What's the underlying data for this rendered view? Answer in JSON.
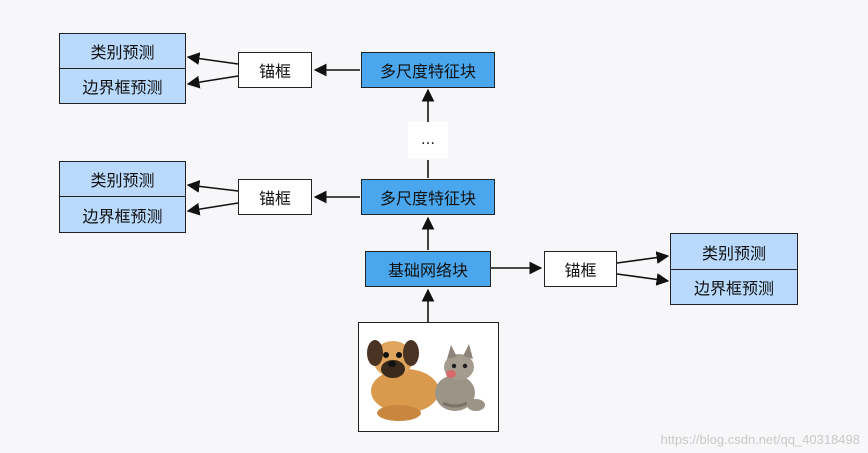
{
  "diagram": {
    "top": {
      "class_pred": "类别预测",
      "bbox_pred": "边界框预测",
      "anchor": "锚框",
      "multiscale_block": "多尺度特征块"
    },
    "ellipsis": "…",
    "middle": {
      "class_pred": "类别预测",
      "bbox_pred": "边界框预测",
      "anchor": "锚框",
      "multiscale_block": "多尺度特征块"
    },
    "base": {
      "base_block": "基础网络块",
      "anchor": "锚框",
      "class_pred": "类别预测",
      "bbox_pred": "边界框预测"
    },
    "input_image": "puppy and kitten photo"
  },
  "watermark": "https://blog.csdn.net/qq_40318498",
  "colors": {
    "prediction_fill": "#b9dafc",
    "block_fill": "#4aa7ee",
    "anchor_fill": "#ffffff",
    "background": "#f7f7f9"
  }
}
